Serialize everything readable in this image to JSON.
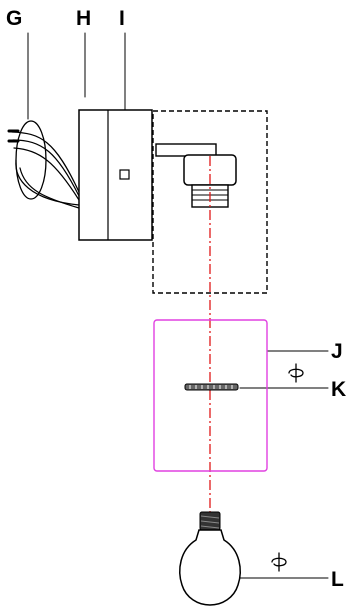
{
  "labels": {
    "G": "G",
    "H": "H",
    "I": "I",
    "J": "J",
    "K": "K",
    "L": "L"
  },
  "colors": {
    "outline": "#000000",
    "shade_frame": "#e040e0",
    "axis_line": "#e01818",
    "socket_fill": "#333333"
  },
  "icons": {
    "rotate_symbol": "rotate-icon"
  }
}
